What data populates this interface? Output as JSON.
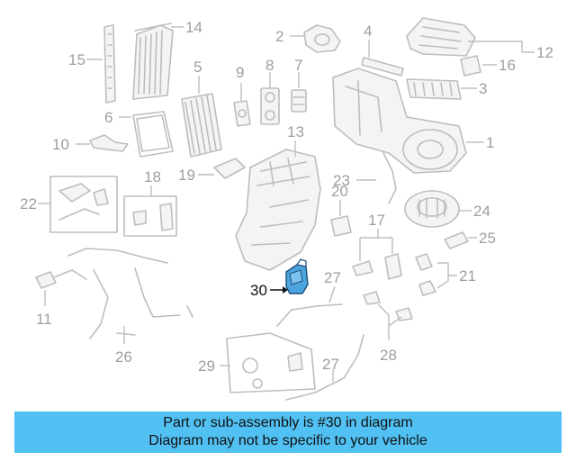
{
  "diagram": {
    "callouts": {
      "p1": "1",
      "p2": "2",
      "p3": "3",
      "p4": "4",
      "p5": "5",
      "p6": "6",
      "p7": "7",
      "p8": "8",
      "p9": "9",
      "p10": "10",
      "p11": "11",
      "p12": "12",
      "p13": "13",
      "p14": "14",
      "p15": "15",
      "p16": "16",
      "p17": "17",
      "p18": "18",
      "p19": "19",
      "p20": "20",
      "p21": "21",
      "p22": "22",
      "p23": "23",
      "p24": "24",
      "p25": "25",
      "p26": "26",
      "p27a": "27",
      "p27b": "27",
      "p28": "28",
      "p29": "29",
      "p30": "30"
    },
    "highlighted_part": "30",
    "colors": {
      "parts": "#bdbdbd",
      "labels": "#9e9e9e",
      "highlight_fill": "#4da3dd",
      "highlight_text": "#111111"
    }
  },
  "banner": {
    "line1": "Part or sub-assembly is #30 in diagram",
    "line2": "Diagram may not be specific to your vehicle",
    "background": "#51c0f3"
  }
}
